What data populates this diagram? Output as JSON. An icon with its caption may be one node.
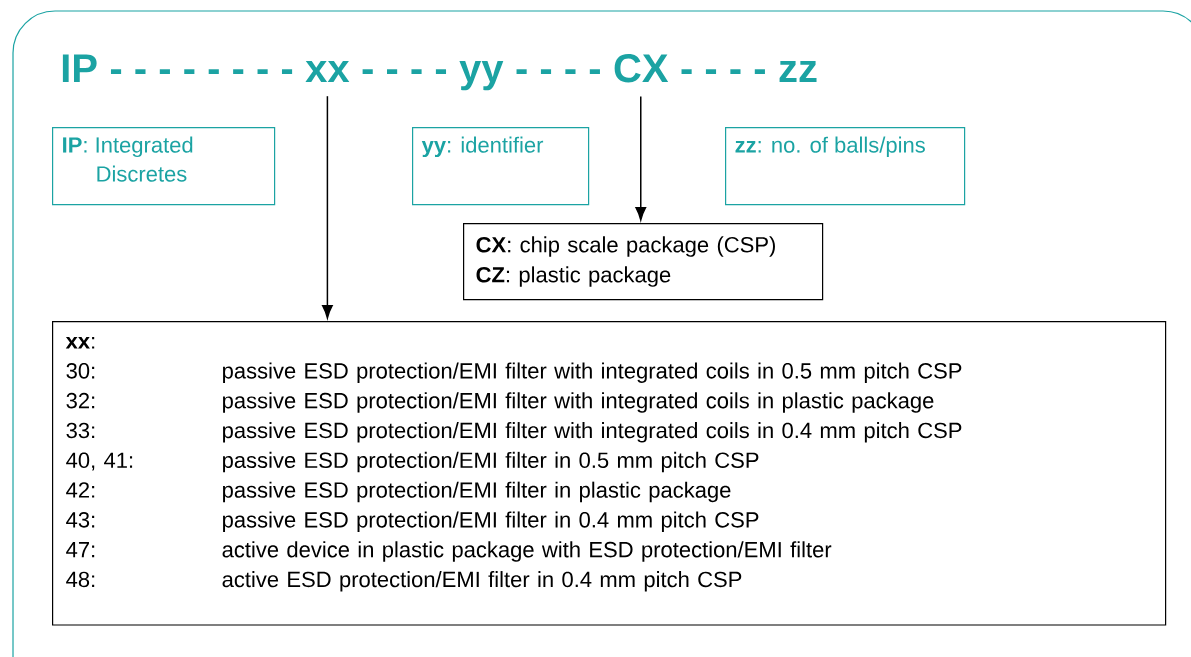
{
  "diagram": {
    "nodes": [
      {
        "text": [
          "IP"
        ]
      },
      {
        "text": [
          "xx"
        ]
      },
      {
        "text": [
          "yy"
        ]
      },
      {
        "text": [
          "CX"
        ]
      },
      {
        "text": [
          "zz"
        ]
      },
      {
        "text": [
          "**IP**: Integrated Discretes"
        ]
      },
      {
        "text": [
          "**yy**: identifier"
        ]
      },
      {
        "text": [
          "**zz**: no. of balls/pins"
        ]
      },
      {
        "text": [
          "**CX**: chip scale package (CSP)",
          "**CZ**: plastic package"
        ]
      },
      {
        "text": [
          "**xx**:",
          "30:",
          "passive ESD protection/EMI filter with integrated coils in 0.5 mm pitch CSP",
          "32:",
          "passive ESD protection/EMI filter with integrated coils in plastic package",
          "33:",
          "passive ESD protection/EMI filter with integrated coils in 0.4 mm pitch CSP",
          "40, 41:",
          "passive ESD protection/EMI filter in 0.5 mm pitch CSP",
          "42:",
          "passive ESD protection/EMI filter in plastic package",
          "43:",
          "passive ESD protection/EMI filter in 0.4 mm pitch CSP",
          "47:",
          "active device in plastic package with ESD protection/EMI filter",
          "48:",
          "active ESD protection/EMI filter in 0.4 mm pitch CSP"
        ]
      }
    ],
    "edges": [
      {
        "from": 1,
        "to": 9,
        "arrow": "to"
      },
      {
        "from": 3,
        "to": 8,
        "arrow": "to"
      }
    ],
    "labels": [
      "- - - - - - - -",
      "- - - -",
      "- - - -",
      "- - - -"
    ]
  }
}
